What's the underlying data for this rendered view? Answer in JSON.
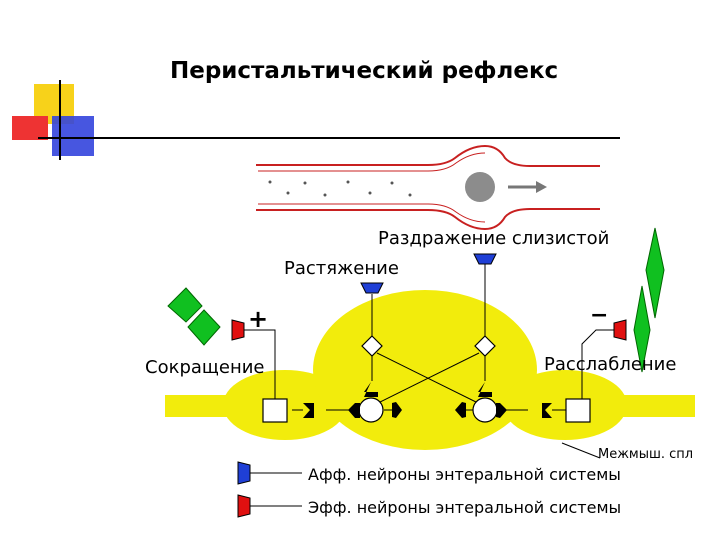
{
  "slide": {
    "title": "Перистальтический рефлекс"
  },
  "diagram": {
    "labels": {
      "mucosa_irritation": "Раздражение слизистой",
      "stretch": "Растяжение",
      "contraction": "Сокращение",
      "relaxation": "Расслабление",
      "plus_sign": "+",
      "minus_sign": "−",
      "intermuscular_plexus": "Межмыш. спл"
    },
    "legend": [
      {
        "text": "Афф. нейроны энтеральной системы",
        "color": "#1f3fd6"
      },
      {
        "text": "Эфф. нейроны энтеральной системы",
        "color": "#e01010"
      }
    ],
    "colors": {
      "ganglion": "#f2ec0c",
      "afferent": "#1f3fd6",
      "efferent": "#e01010",
      "gut_wall": "#c82020",
      "muscle": "#10c020",
      "synapse": "#000000",
      "bolus": "#8c8c8c",
      "deco_yellow": "#f7d21a",
      "deco_red": "#ee3333",
      "deco_blue": "#3344dd"
    }
  }
}
